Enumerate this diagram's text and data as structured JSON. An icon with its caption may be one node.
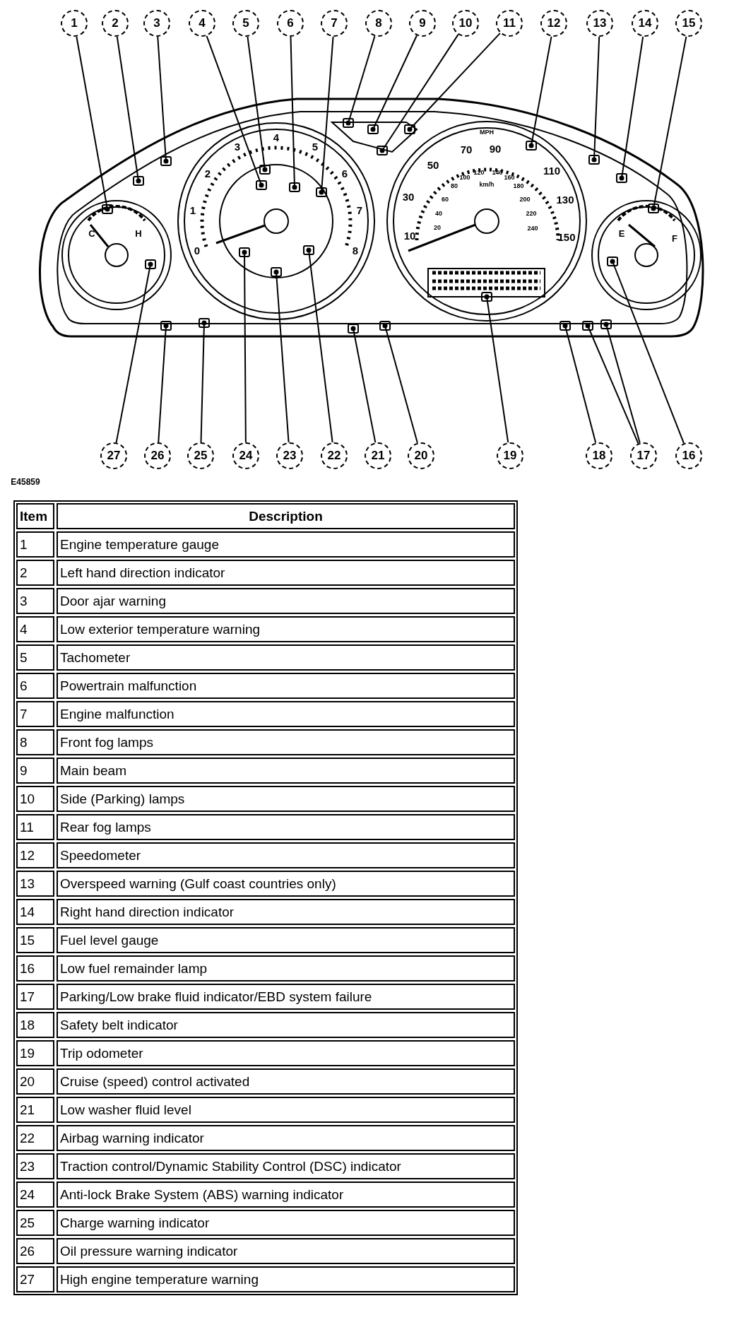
{
  "diagram": {
    "nodes": [
      {
        "text": [
          "1"
        ]
      },
      {
        "text": [
          "2"
        ]
      },
      {
        "text": [
          "3"
        ]
      },
      {
        "text": [
          "4"
        ]
      },
      {
        "text": [
          "5"
        ]
      },
      {
        "text": [
          "6"
        ]
      },
      {
        "text": [
          "7"
        ]
      },
      {
        "text": [
          "8"
        ]
      },
      {
        "text": [
          "9"
        ]
      },
      {
        "text": [
          "10"
        ]
      },
      {
        "text": [
          "11"
        ]
      },
      {
        "text": [
          "12"
        ]
      },
      {
        "text": [
          "13"
        ]
      },
      {
        "text": [
          "14"
        ]
      },
      {
        "text": [
          "15"
        ]
      },
      {
        "text": [
          "27"
        ]
      },
      {
        "text": [
          "26"
        ]
      },
      {
        "text": [
          "25"
        ]
      },
      {
        "text": [
          "24"
        ]
      },
      {
        "text": [
          "23"
        ]
      },
      {
        "text": [
          "22"
        ]
      },
      {
        "text": [
          "21"
        ]
      },
      {
        "text": [
          "20"
        ]
      },
      {
        "text": [
          "19"
        ]
      },
      {
        "text": [
          "18"
        ]
      },
      {
        "text": [
          "17"
        ]
      },
      {
        "text": [
          "16"
        ]
      }
    ],
    "edges": [
      {
        "from": 0,
        "to": null,
        "arrow": "other"
      },
      {
        "from": 1,
        "to": null,
        "arrow": "other"
      },
      {
        "from": 2,
        "to": null,
        "arrow": "other"
      },
      {
        "from": 3,
        "to": null,
        "arrow": "other"
      },
      {
        "from": 4,
        "to": null,
        "arrow": "other"
      },
      {
        "from": 5,
        "to": null,
        "arrow": "other"
      },
      {
        "from": 6,
        "to": null,
        "arrow": "other"
      },
      {
        "from": 7,
        "to": null,
        "arrow": "other"
      },
      {
        "from": 8,
        "to": null,
        "arrow": "other"
      },
      {
        "from": 9,
        "to": null,
        "arrow": "other"
      },
      {
        "from": 10,
        "to": null,
        "arrow": "other"
      },
      {
        "from": 11,
        "to": null,
        "arrow": "other"
      },
      {
        "from": 12,
        "to": null,
        "arrow": "other"
      },
      {
        "from": 13,
        "to": null,
        "arrow": "other"
      },
      {
        "from": 14,
        "to": null,
        "arrow": "other"
      },
      {
        "from": 15,
        "to": null,
        "arrow": "other"
      },
      {
        "from": 16,
        "to": null,
        "arrow": "other"
      },
      {
        "from": 17,
        "to": null,
        "arrow": "other"
      },
      {
        "from": 18,
        "to": null,
        "arrow": "other"
      },
      {
        "from": 19,
        "to": null,
        "arrow": "other"
      },
      {
        "from": 20,
        "to": null,
        "arrow": "other"
      },
      {
        "from": 21,
        "to": null,
        "arrow": "other"
      },
      {
        "from": 22,
        "to": null,
        "arrow": "other"
      },
      {
        "from": 23,
        "to": null,
        "arrow": "other"
      },
      {
        "from": 24,
        "to": null,
        "arrow": "other"
      },
      {
        "from": 25,
        "to": null,
        "arrow": "other"
      },
      {
        "from": 25,
        "to": null,
        "arrow": "other"
      },
      {
        "from": 26,
        "to": null,
        "arrow": "other"
      }
    ],
    "labels": [
      "C",
      "H",
      "0",
      "1",
      "2",
      "3",
      "4",
      "5",
      "6",
      "7",
      "8",
      "MPH",
      "10",
      "30",
      "50",
      "70",
      "90",
      "110",
      "130",
      "150",
      "km/h",
      "20",
      "40",
      "60",
      "80",
      "100",
      "120",
      "140",
      "160",
      "180",
      "200",
      "220",
      "240",
      "E",
      "F",
      "E45859",
      "Item",
      "Description",
      "1",
      "Engine temperature gauge",
      "2",
      "Left hand direction indicator",
      "3",
      "Door ajar warning",
      "4",
      "Low exterior temperature warning",
      "5",
      "Tachometer",
      "6",
      "Powertrain malfunction",
      "7",
      "Engine malfunction",
      "8",
      "Front fog lamps",
      "9",
      "Main beam",
      "10",
      "Side (Parking) lamps",
      "11",
      "Rear fog lamps",
      "12",
      "Speedometer",
      "13",
      "Overspeed warning (Gulf coast countries only)",
      "14",
      "Right hand direction indicator",
      "15",
      "Fuel level gauge",
      "16",
      "Low fuel remainder lamp",
      "17",
      "Parking/Low brake fluid indicator/EBD system failure",
      "18",
      "Safety belt indicator",
      "19",
      "Trip odometer",
      "20",
      "Cruise (speed) control activated",
      "21",
      "Low washer fluid level",
      "22",
      "Airbag warning indicator",
      "23",
      "Traction control/Dynamic Stability Control (DSC) indicator",
      "24",
      "Anti-lock Brake System (ABS) warning indicator",
      "25",
      "Charge warning indicator",
      "26",
      "Oil pressure warning indicator",
      "27",
      "High engine temperature warning"
    ]
  }
}
